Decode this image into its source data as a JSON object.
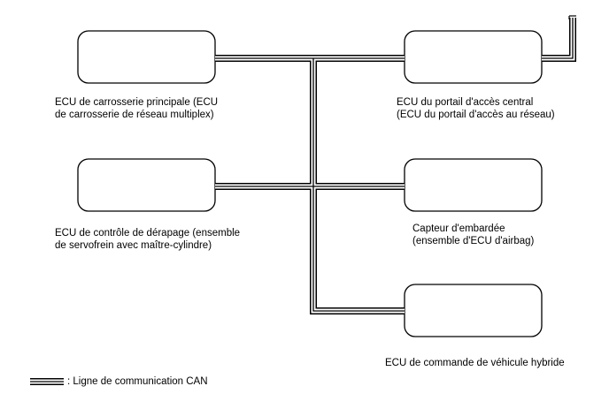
{
  "nodes": {
    "body_ecu": {
      "label_line1": "ECU de carrosserie principale (ECU",
      "label_line2": "de carrosserie de réseau multiplex)"
    },
    "skid_ecu": {
      "label_line1": "ECU de contrôle de dérapage (ensemble",
      "label_line2": "de servofrein avec maître-cylindre)"
    },
    "gateway_ecu": {
      "label_line1": "ECU du portail d'accès central",
      "label_line2": "(ECU du portail d'accès au réseau)"
    },
    "yaw_sensor": {
      "label_line1": "Capteur d'embardée",
      "label_line2": "(ensemble d'ECU d'airbag)"
    },
    "hybrid_ecu": {
      "label_line1": "ECU de commande de véhicule hybride"
    }
  },
  "legend": {
    "text": ": Ligne de communication CAN"
  },
  "colors": {
    "line": "#000000",
    "background": "#ffffff"
  }
}
